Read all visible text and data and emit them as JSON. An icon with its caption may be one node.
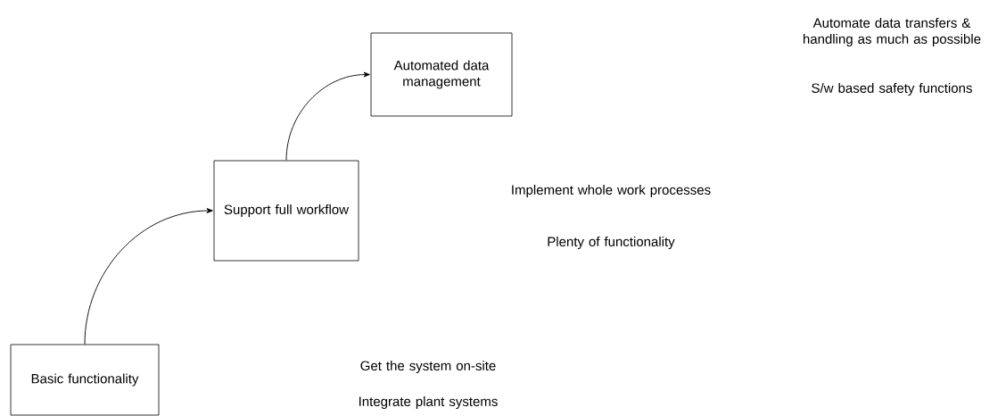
{
  "diagram": {
    "nodes": [
      {
        "text": [
          "Basic functionality"
        ],
        "beside": [
          "Get the system on-site",
          "Integrate plant systems"
        ]
      },
      {
        "text": [
          "Support full workflow"
        ],
        "beside": [
          "Implement whole work processes",
          "Plenty of functionality"
        ]
      },
      {
        "text": [
          "Automated data management"
        ],
        "beside": [
          "Automate data transfers & handling as much as possible",
          "S/w based safety functions"
        ]
      }
    ],
    "edges": [
      {
        "from": 0,
        "to": 1,
        "arrow": "to"
      },
      {
        "from": 1,
        "to": 2,
        "arrow": "to"
      }
    ]
  }
}
